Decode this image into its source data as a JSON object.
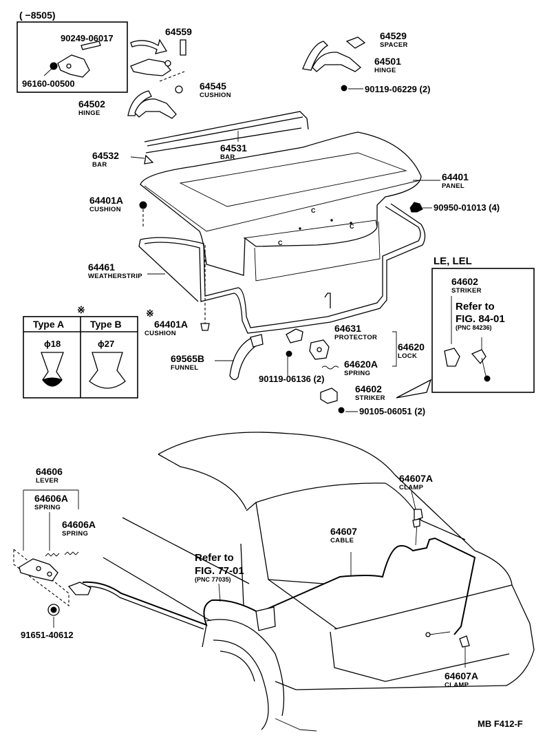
{
  "inset_range": "(      −8505)",
  "inset_parts": {
    "p1": "90249-06017",
    "p2": "96160-00500"
  },
  "parts": {
    "p64559": "64559",
    "p64545": "64545",
    "p64545_name": "CUSHION",
    "p64502": "64502",
    "p64502_name": "HINGE",
    "p64529": "64529",
    "p64529_name": "SPACER",
    "p64501": "64501",
    "p64501_name": "HINGE",
    "p90119a": "90119-06229 (2)",
    "p64532": "64532",
    "p64532_name": "BAR",
    "p64531": "64531",
    "p64531_name": "BAR",
    "p64401": "64401",
    "p64401_name": "PANEL",
    "p64401a_top": "64401A",
    "p64401a_top_name": "CUSHION",
    "p90950": "90950-01013 (4)",
    "p64461": "64461",
    "p64461_name": "WEATHERSTRIP",
    "p64401a_bot": "64401A",
    "p64401a_bot_name": "CUSHION",
    "p64631": "64631",
    "p64631_name": "PROTECTOR",
    "p64620": "64620",
    "p64620_name": "LOCK",
    "p64620a": "64620A",
    "p64620a_name": "SPRING",
    "p69565b": "69565B",
    "p69565b_name": "FUNNEL",
    "p90119b": "90119-06136 (2)",
    "p64602": "64602",
    "p64602_name": "STRIKER",
    "p90105": "90105-06051 (2)",
    "p64606": "64606",
    "p64606_name": "LEVER",
    "p64606a_1": "64606A",
    "p64606a_1_name": "SPRING",
    "p64606a_2": "64606A",
    "p64606a_2_name": "SPRING",
    "p91651": "91651-40612",
    "p64607a_top": "64607A",
    "p64607a_top_name": "CLAMP",
    "p64607": "64607",
    "p64607_name": "CABLE",
    "p64607a_bot": "64607A",
    "p64607a_bot_name": "CLAMP"
  },
  "asterisk": "※",
  "type_table": {
    "mark": "※",
    "col_a": "Type A",
    "col_b": "Type B",
    "dim_a": "ϕ18",
    "dim_b": "ϕ27"
  },
  "le_box": {
    "title": "LE, LEL",
    "part": "64602",
    "part_name": "STRIKER",
    "ref1": "Refer to",
    "ref2": "FIG. 84-01",
    "ref3": "(PNC 84236)"
  },
  "ref77": {
    "line1": "Refer to",
    "line2": "FIG. 77-01",
    "line3": "(PNC 77035)"
  },
  "footer": "MB  F412-F"
}
